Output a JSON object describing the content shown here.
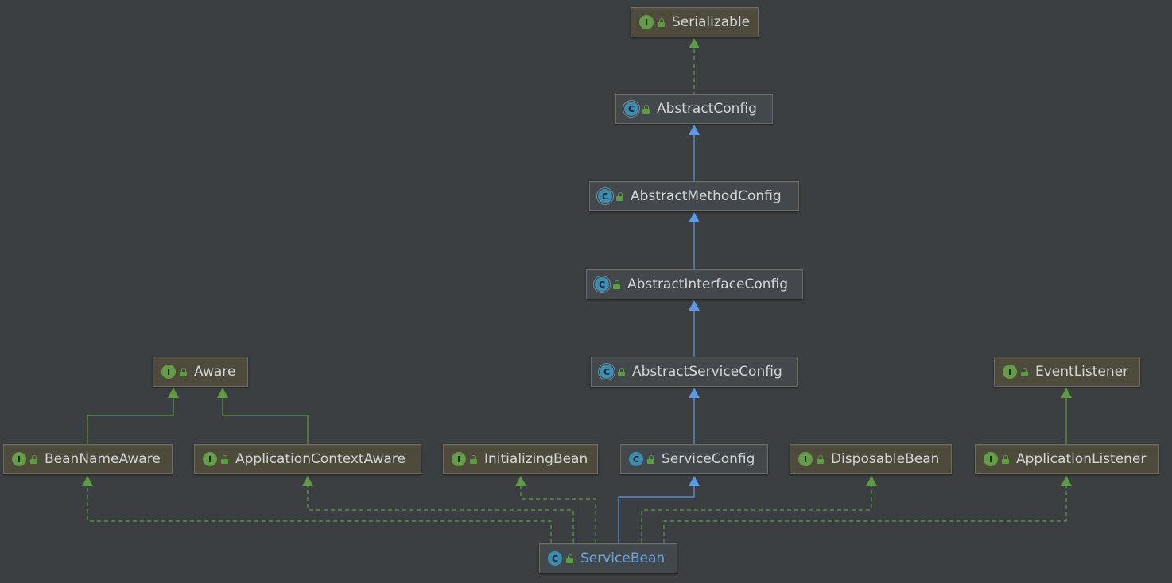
{
  "diagram": {
    "nodes": [
      {
        "id": "serializable",
        "label": "Serializable",
        "kind": "interface",
        "icon_letter": "I"
      },
      {
        "id": "abstract-config",
        "label": "AbstractConfig",
        "kind": "abstract-class",
        "icon_letter": "C"
      },
      {
        "id": "abstract-method-config",
        "label": "AbstractMethodConfig",
        "kind": "abstract-class",
        "icon_letter": "C"
      },
      {
        "id": "abstract-interface-config",
        "label": "AbstractInterfaceConfig",
        "kind": "abstract-class",
        "icon_letter": "C"
      },
      {
        "id": "abstract-service-config",
        "label": "AbstractServiceConfig",
        "kind": "abstract-class",
        "icon_letter": "C"
      },
      {
        "id": "aware",
        "label": "Aware",
        "kind": "interface",
        "icon_letter": "I"
      },
      {
        "id": "event-listener",
        "label": "EventListener",
        "kind": "interface",
        "icon_letter": "I"
      },
      {
        "id": "bean-name-aware",
        "label": "BeanNameAware",
        "kind": "interface",
        "icon_letter": "I"
      },
      {
        "id": "application-context-aware",
        "label": "ApplicationContextAware",
        "kind": "interface",
        "icon_letter": "I"
      },
      {
        "id": "initializing-bean",
        "label": "InitializingBean",
        "kind": "interface",
        "icon_letter": "I"
      },
      {
        "id": "service-config",
        "label": "ServiceConfig",
        "kind": "class",
        "icon_letter": "C"
      },
      {
        "id": "disposable-bean",
        "label": "DisposableBean",
        "kind": "interface",
        "icon_letter": "I"
      },
      {
        "id": "application-listener",
        "label": "ApplicationListener",
        "kind": "interface",
        "icon_letter": "I"
      },
      {
        "id": "service-bean",
        "label": "ServiceBean",
        "kind": "class",
        "icon_letter": "C",
        "selected": true
      }
    ],
    "edges": [
      {
        "from": "abstract-config",
        "to": "serializable",
        "type": "implements"
      },
      {
        "from": "abstract-method-config",
        "to": "abstract-config",
        "type": "extends"
      },
      {
        "from": "abstract-interface-config",
        "to": "abstract-method-config",
        "type": "extends"
      },
      {
        "from": "abstract-service-config",
        "to": "abstract-interface-config",
        "type": "extends"
      },
      {
        "from": "service-config",
        "to": "abstract-service-config",
        "type": "extends"
      },
      {
        "from": "bean-name-aware",
        "to": "aware",
        "type": "interface-extends"
      },
      {
        "from": "application-context-aware",
        "to": "aware",
        "type": "interface-extends"
      },
      {
        "from": "application-listener",
        "to": "event-listener",
        "type": "interface-extends"
      },
      {
        "from": "service-bean",
        "to": "service-config",
        "type": "extends"
      },
      {
        "from": "service-bean",
        "to": "bean-name-aware",
        "type": "implements"
      },
      {
        "from": "service-bean",
        "to": "application-context-aware",
        "type": "implements"
      },
      {
        "from": "service-bean",
        "to": "initializing-bean",
        "type": "implements"
      },
      {
        "from": "service-bean",
        "to": "disposable-bean",
        "type": "implements"
      },
      {
        "from": "service-bean",
        "to": "application-listener",
        "type": "implements"
      }
    ]
  },
  "colors": {
    "background": "#3c3f41",
    "extends_edge": "#5a9ae6",
    "implements_edge": "#5f9b45",
    "interface_node": "#4e4b3d",
    "class_node": "#43484c",
    "text": "#d3d6d8",
    "selected_text": "#6aa6e0"
  },
  "icons": {
    "interface": "interface-icon",
    "class": "class-icon",
    "abstract_class": "abstract-class-icon",
    "visibility": "public-lock-icon"
  }
}
